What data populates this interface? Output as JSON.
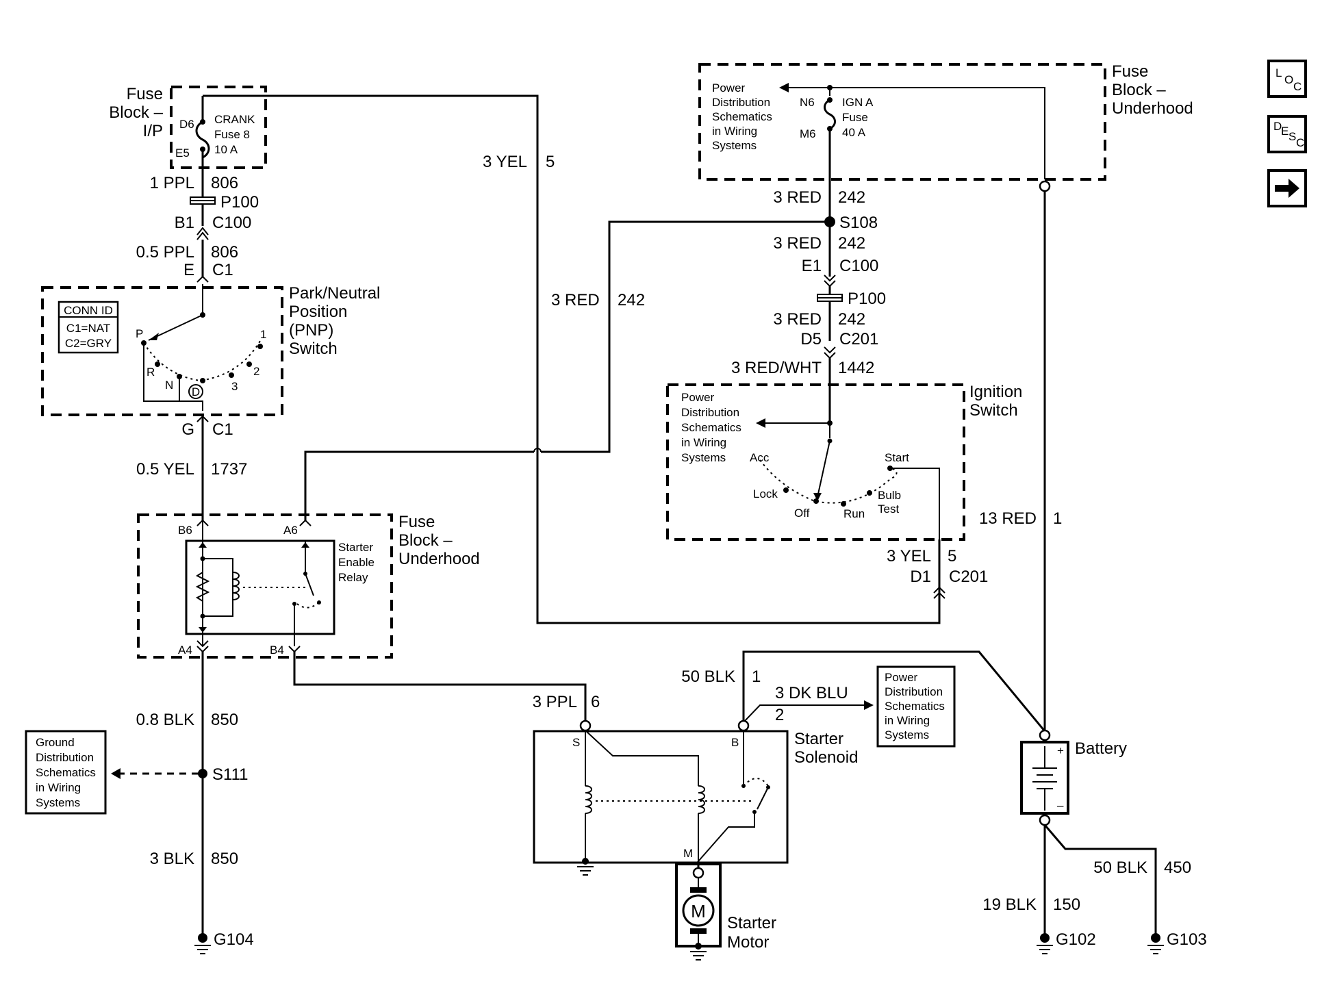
{
  "nav": {
    "loc": [
      "L",
      "O",
      "C"
    ],
    "desc": [
      "D",
      "E",
      "S",
      "C"
    ]
  },
  "fuse_block_ip": {
    "title": [
      "Fuse",
      "Block –",
      "I/P"
    ],
    "pin_top": "D6",
    "pin_bottom": "E5",
    "fuse": [
      "CRANK",
      "Fuse 8",
      "10 A"
    ]
  },
  "fuse_block_underhood_top": {
    "title": [
      "Fuse",
      "Block –",
      "Underhood"
    ],
    "pds": [
      "Power",
      "Distribution",
      "Schematics",
      "in Wiring",
      "Systems"
    ],
    "pin_top": "N6",
    "pin_bottom": "M6",
    "fuse": [
      "IGN A",
      "Fuse",
      "40 A"
    ]
  },
  "pnp_switch": {
    "title": [
      "Park/Neutral",
      "Position",
      "(PNP)",
      "Switch"
    ],
    "conn_id": {
      "header": "CONN ID",
      "rows": [
        "C1=NAT",
        "C2=GRY"
      ]
    },
    "positions": {
      "p": "P",
      "r": "R",
      "n": "N",
      "d": "D",
      "p3": "3",
      "p2": "2",
      "p1": "1"
    }
  },
  "relay_block": {
    "title": [
      "Fuse",
      "Block –",
      "Underhood"
    ],
    "relay": [
      "Starter",
      "Enable",
      "Relay"
    ],
    "pins": {
      "b6": "B6",
      "a6": "A6",
      "a4": "A4",
      "b4": "B4"
    }
  },
  "ignition_switch": {
    "title": [
      "Ignition",
      "Switch"
    ],
    "pds": [
      "Power",
      "Distribution",
      "Schematics",
      "in Wiring",
      "Systems"
    ],
    "positions": {
      "acc": "Acc",
      "lock": "Lock",
      "off": "Off",
      "run": "Run",
      "bulb": [
        "Bulb",
        "Test"
      ],
      "start": "Start"
    }
  },
  "solenoid": {
    "title": [
      "Starter",
      "Solenoid"
    ],
    "pins": {
      "s": "S",
      "b": "B",
      "m": "M"
    }
  },
  "motor": {
    "symbol": "M",
    "title": [
      "Starter",
      "Motor"
    ]
  },
  "battery": {
    "title": "Battery",
    "plus": "+",
    "minus": "–"
  },
  "pds_solenoid": [
    "Power",
    "Distribution",
    "Schematics",
    "in Wiring",
    "Systems"
  ],
  "ground_dist": [
    "Ground",
    "Distribution",
    "Schematics",
    "in Wiring",
    "Systems"
  ],
  "wires": {
    "w806a": {
      "gauge": "1 PPL",
      "circuit": "806"
    },
    "p100a": "P100",
    "c100a": {
      "pin": "B1",
      "conn": "C100"
    },
    "w806b": {
      "gauge": "0.5 PPL",
      "circuit": "806"
    },
    "c1a": {
      "pin": "E",
      "conn": "C1"
    },
    "c1b": {
      "pin": "G",
      "conn": "C1"
    },
    "w1737": {
      "gauge": "0.5 YEL",
      "circuit": "1737"
    },
    "w850a": {
      "gauge": "0.8 BLK",
      "circuit": "850"
    },
    "s111": "S111",
    "w850b": {
      "gauge": "3 BLK",
      "circuit": "850"
    },
    "g104": "G104",
    "w5yel": {
      "gauge": "3 YEL",
      "circuit": "5"
    },
    "w242mid": {
      "gauge": "3 RED",
      "circuit": "242"
    },
    "w242a": {
      "gauge": "3 RED",
      "circuit": "242"
    },
    "s108": "S108",
    "w242b": {
      "gauge": "3 RED",
      "circuit": "242"
    },
    "c100b": {
      "pin": "E1",
      "conn": "C100"
    },
    "p100b": "P100",
    "w242c": {
      "gauge": "3 RED",
      "circuit": "242"
    },
    "c201a": {
      "pin": "D5",
      "conn": "C201"
    },
    "w1442": {
      "gauge": "3 RED/WHT",
      "circuit": "1442"
    },
    "w13red": {
      "gauge": "13 RED",
      "circuit": "1"
    },
    "w5yelb": {
      "gauge": "3 YEL",
      "circuit": "5"
    },
    "c201b": {
      "pin": "D1",
      "conn": "C201"
    },
    "w6ppl": {
      "gauge": "3 PPL",
      "circuit": "6"
    },
    "w50blk1": {
      "gauge": "50 BLK",
      "circuit": "1"
    },
    "w2dkblu": {
      "gauge": "3 DK BLU",
      "circuit": "2"
    },
    "w450": {
      "gauge": "50 BLK",
      "circuit": "450"
    },
    "w150": {
      "gauge": "19 BLK",
      "circuit": "150"
    },
    "g102": "G102",
    "g103": "G103"
  }
}
